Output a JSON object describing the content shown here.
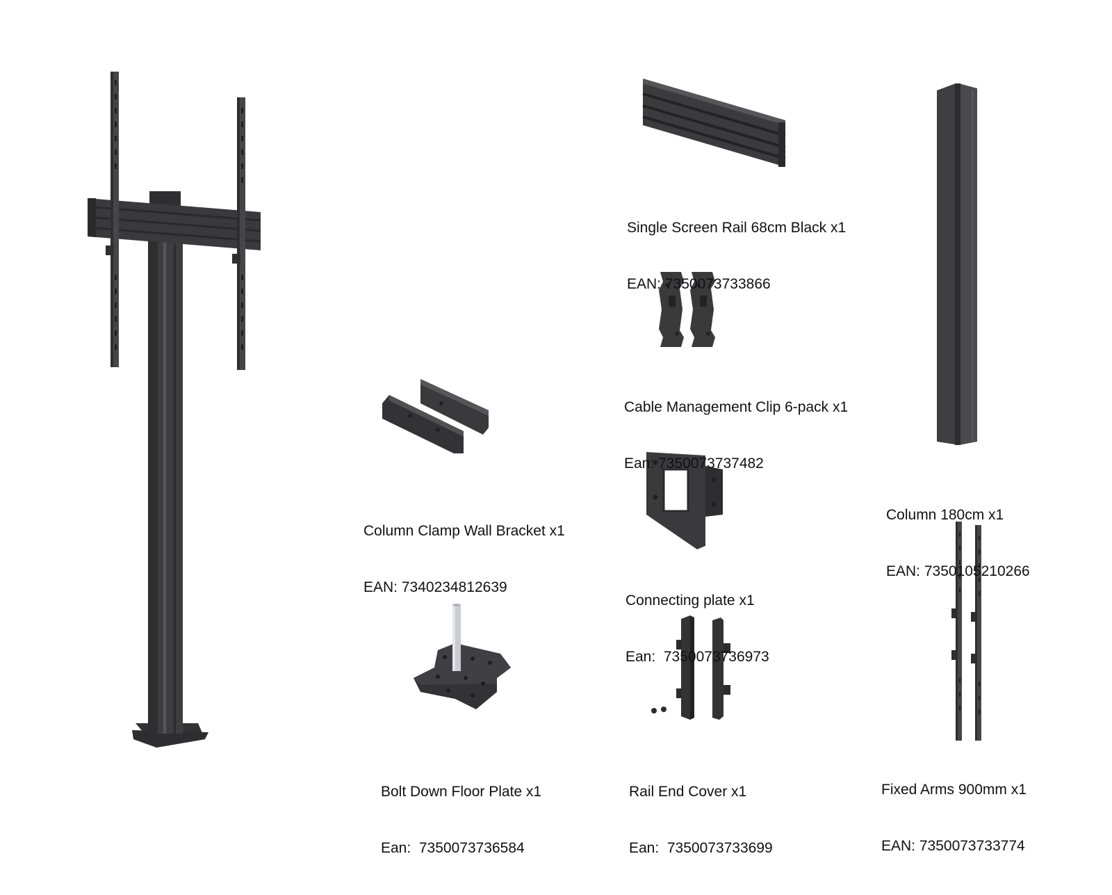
{
  "colors": {
    "metal_dark": "#3a3a3c",
    "metal_mid": "#4a4a4d",
    "metal_light": "#5d5d61",
    "text": "#111111",
    "background": "#ffffff",
    "steel_pin": "#c9ccd0"
  },
  "assembled_stand": {
    "name": "assembled-floor-stand"
  },
  "parts": [
    {
      "key": "rail",
      "name": "Single Screen Rail 68cm Black x1",
      "code": "EAN: 7350073733866"
    },
    {
      "key": "clip",
      "name": "Cable Management Clip 6-pack x1",
      "code": "Ean: 7350073737482"
    },
    {
      "key": "column",
      "name": "Column 180cm x1",
      "code": "EAN: 7350105210266"
    },
    {
      "key": "clamp",
      "name": "Column Clamp Wall Bracket x1",
      "code": "EAN: 7340234812639"
    },
    {
      "key": "connecting",
      "name": "Connecting plate x1",
      "code": "Ean:  7350073736973"
    },
    {
      "key": "floorplate",
      "name": "Bolt Down Floor Plate x1",
      "code": "Ean:  7350073736584"
    },
    {
      "key": "endcover",
      "name": "Rail End Cover x1",
      "code": "Ean:  7350073733699"
    },
    {
      "key": "arms",
      "name": "Fixed Arms 900mm x1",
      "code": "EAN: 7350073733774"
    }
  ]
}
